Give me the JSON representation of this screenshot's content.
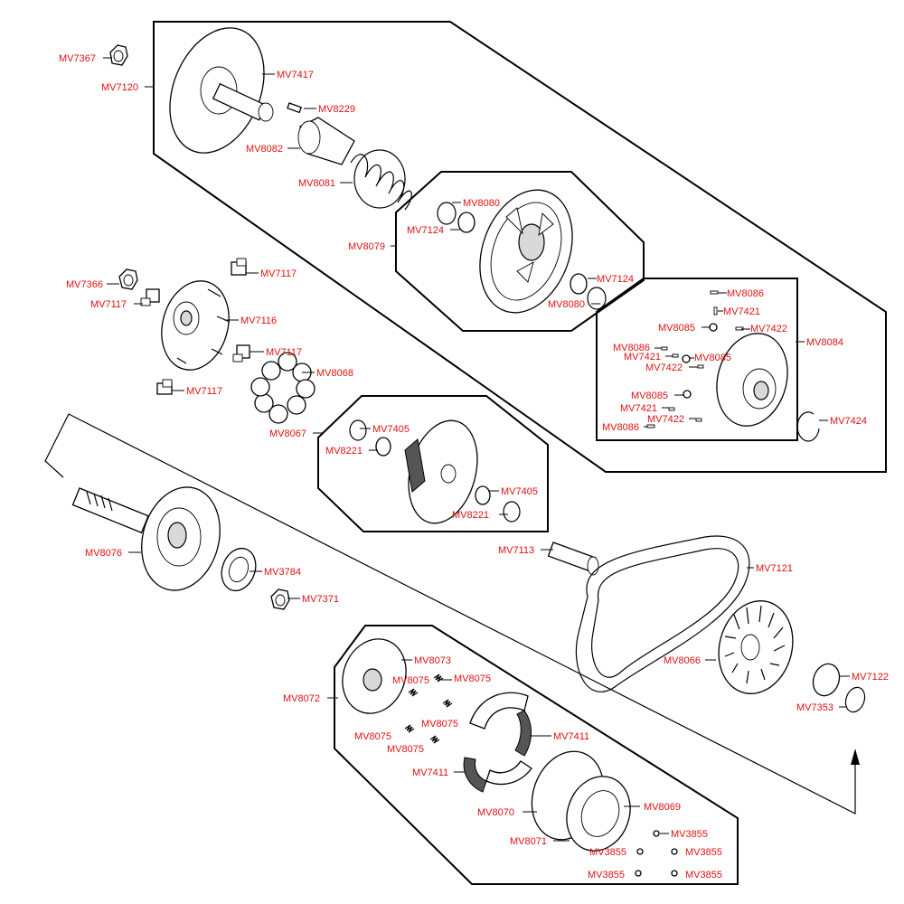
{
  "colors": {
    "label": "#e01010",
    "line": "#000000",
    "background": "#ffffff"
  },
  "labels": {
    "mv7367": "MV7367",
    "mv7120": "MV7120",
    "mv7417": "MV7417",
    "mv8229": "MV8229",
    "mv8082": "MV8082",
    "mv8081": "MV8081",
    "mv8080_a": "MV8080",
    "mv7124_a": "MV7124",
    "mv8079": "MV8079",
    "mv7124_b": "MV7124",
    "mv8080_b": "MV8080",
    "mv8086_a": "MV8086",
    "mv7421_a": "MV7421",
    "mv8085_a": "MV8085",
    "mv7422_a": "MV7422",
    "mv8084": "MV8084",
    "mv8086_b": "MV8086",
    "mv7421_b": "MV7421",
    "mv8085_b": "MV8085",
    "mv7422_b": "MV7422",
    "mv8085_c": "MV8085",
    "mv7421_c": "MV7421",
    "mv7422_c": "MV7422",
    "mv8086_c": "MV8086",
    "mv7424": "MV7424",
    "mv7366": "MV7366",
    "mv7117_a": "MV7117",
    "mv7117_b": "MV7117",
    "mv7116": "MV7116",
    "mv7117_c": "MV7117",
    "mv8068": "MV8068",
    "mv7117_d": "MV7117",
    "mv8067": "MV8067",
    "mv7405_a": "MV7405",
    "mv8221_a": "MV8221",
    "mv7405_b": "MV7405",
    "mv8221_b": "MV8221",
    "mv8076": "MV8076",
    "mv3784": "MV3784",
    "mv7371": "MV7371",
    "mv7113": "MV7113",
    "mv7121": "MV7121",
    "mv8066": "MV8066",
    "mv7122": "MV7122",
    "mv7353": "MV7353",
    "mv8073": "MV8073",
    "mv8072": "MV8072",
    "mv8075_a": "MV8075",
    "mv8075_b": "MV8075",
    "mv8075_c": "MV8075",
    "mv8075_d": "MV8075",
    "mv8075_e": "MV8075",
    "mv7411_a": "MV7411",
    "mv7411_b": "MV7411",
    "mv8069": "MV8069",
    "mv8070": "MV8070",
    "mv8071": "MV8071",
    "mv3855_a": "MV3855",
    "mv3855_b": "MV3855",
    "mv3855_c": "MV3855",
    "mv3855_d": "MV3855",
    "mv3855_e": "MV3855"
  }
}
